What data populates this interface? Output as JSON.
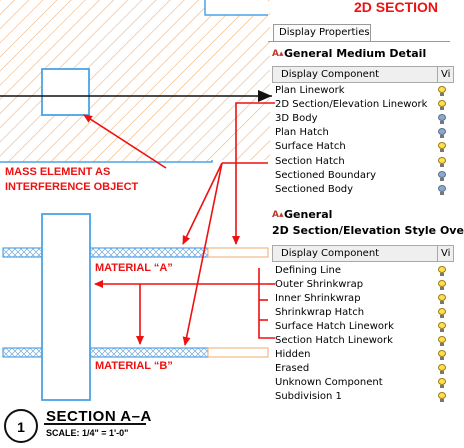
{
  "header": {
    "title": "2D SECTION"
  },
  "tabs": [
    {
      "label": "Display Properties"
    }
  ],
  "group1": {
    "title": "General Medium Detail",
    "column_component": "Display Component",
    "column_visible": "Vi",
    "rows": [
      {
        "label": "Plan Linework",
        "visible": "on"
      },
      {
        "label": "2D Section/Elevation Linework",
        "visible": "on"
      },
      {
        "label": "3D Body",
        "visible": "off"
      },
      {
        "label": "Plan Hatch",
        "visible": "off"
      },
      {
        "label": "Surface Hatch",
        "visible": "on"
      },
      {
        "label": "Section Hatch",
        "visible": "on"
      },
      {
        "label": "Sectioned Boundary",
        "visible": "off"
      },
      {
        "label": "Sectioned Body",
        "visible": "off"
      }
    ]
  },
  "group2": {
    "title_line1": "General",
    "title_line2": "2D Section/Elevation Style Ove",
    "column_component": "Display Component",
    "column_visible": "Vi",
    "rows": [
      {
        "label": "Defining Line",
        "visible": "on"
      },
      {
        "label": "Outer Shrinkwrap",
        "visible": "on"
      },
      {
        "label": "Inner Shrinkwrap",
        "visible": "on"
      },
      {
        "label": "Shrinkwrap Hatch",
        "visible": "on"
      },
      {
        "label": "Surface Hatch Linework",
        "visible": "on"
      },
      {
        "label": "Section Hatch Linework",
        "visible": "on"
      },
      {
        "label": "Hidden",
        "visible": "on"
      },
      {
        "label": "Erased",
        "visible": "on"
      },
      {
        "label": "Unknown Component",
        "visible": "on"
      },
      {
        "label": "Subdivision 1",
        "visible": "on"
      }
    ]
  },
  "annotations": {
    "mass_line1": "MASS ELEMENT AS",
    "mass_line2": "INTERFERENCE OBJECT",
    "material_a": "MATERIAL “A”",
    "material_b": "MATERIAL “B”"
  },
  "section_label": {
    "number": "1",
    "name": "SECTION  A–A",
    "scale": "SCALE: 1/4\" = 1'-0\""
  },
  "colors": {
    "accent_red": "#ee1111",
    "plan_blue": "#4aa3e8",
    "hatch_orange": "#f2b27a"
  }
}
